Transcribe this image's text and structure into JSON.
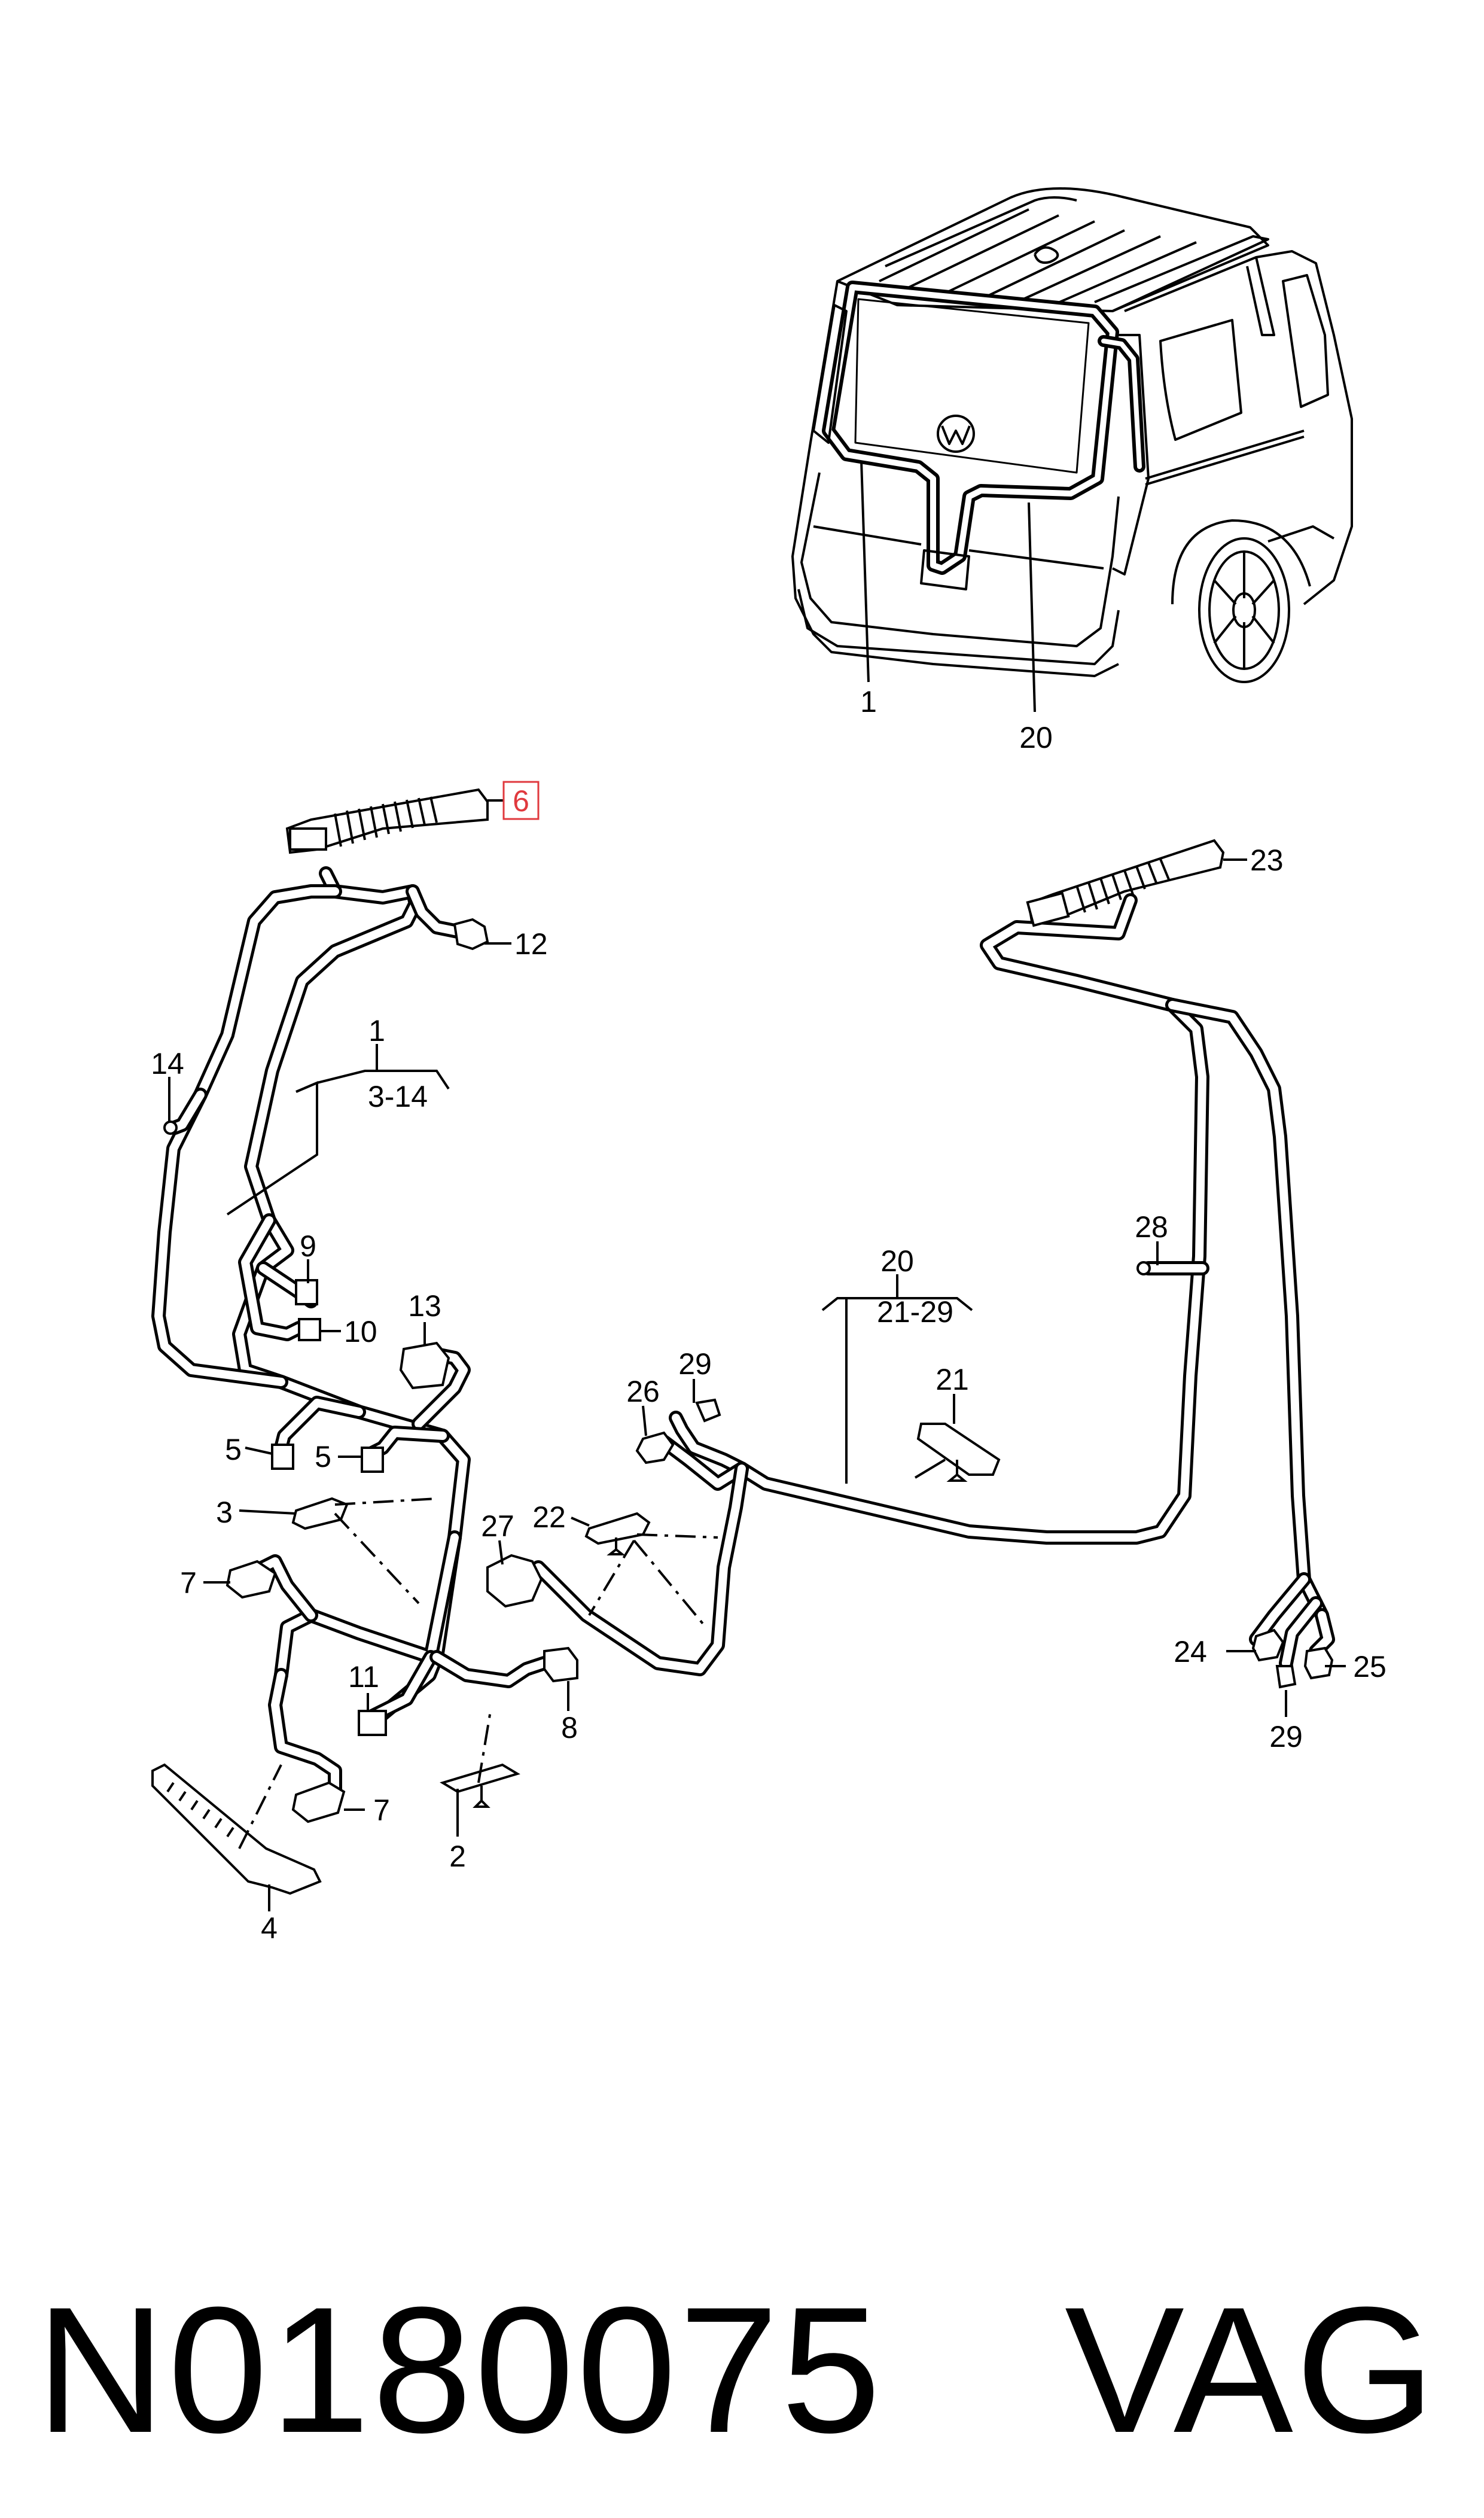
{
  "diagram": {
    "callouts": [
      {
        "id": "c1-car",
        "text": "1"
      },
      {
        "id": "c20-car",
        "text": "20"
      },
      {
        "id": "c6",
        "text": "6",
        "highlighted": true
      },
      {
        "id": "c12",
        "text": "12"
      },
      {
        "id": "c23",
        "text": "23"
      },
      {
        "id": "c1-group",
        "text": "1"
      },
      {
        "id": "c3-14",
        "text": "3-14"
      },
      {
        "id": "c14",
        "text": "14"
      },
      {
        "id": "c9",
        "text": "9"
      },
      {
        "id": "c10",
        "text": "10"
      },
      {
        "id": "c13",
        "text": "13"
      },
      {
        "id": "c5a",
        "text": "5"
      },
      {
        "id": "c5b",
        "text": "5"
      },
      {
        "id": "c3",
        "text": "3"
      },
      {
        "id": "c7a",
        "text": "7"
      },
      {
        "id": "c11",
        "text": "11"
      },
      {
        "id": "c8",
        "text": "8"
      },
      {
        "id": "c7b",
        "text": "7"
      },
      {
        "id": "c2",
        "text": "2"
      },
      {
        "id": "c4",
        "text": "4"
      },
      {
        "id": "c20-group",
        "text": "20"
      },
      {
        "id": "c21-29",
        "text": "21-29"
      },
      {
        "id": "c28",
        "text": "28"
      },
      {
        "id": "c29a",
        "text": "29"
      },
      {
        "id": "c26",
        "text": "26"
      },
      {
        "id": "c21",
        "text": "21"
      },
      {
        "id": "c22",
        "text": "22"
      },
      {
        "id": "c27",
        "text": "27"
      },
      {
        "id": "c24",
        "text": "24"
      },
      {
        "id": "c25",
        "text": "25"
      },
      {
        "id": "c29b",
        "text": "29"
      }
    ],
    "caption_code": "N0180075",
    "caption_brand": "VAG",
    "highlight_color": "#e0393e"
  }
}
